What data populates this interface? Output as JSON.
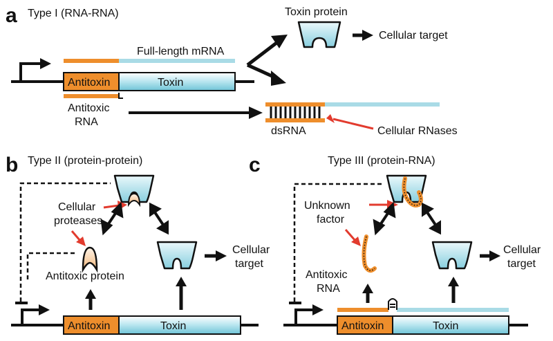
{
  "panels": {
    "a": {
      "letter": "a",
      "title": "Type I (RNA-RNA)"
    },
    "b": {
      "letter": "b",
      "title": "Type II (protein-protein)"
    },
    "c": {
      "letter": "c",
      "title": "Type III (protein-RNA)"
    }
  },
  "labels": {
    "toxin_protein": "Toxin protein",
    "cellular_target_a": "Cellular target",
    "full_length_mrna": "Full-length mRNA",
    "antitoxin_a": "Antitoxin",
    "toxin_a": "Toxin",
    "antitoxic_rna_a_line1": "Antitoxic",
    "antitoxic_rna_a_line2": "RNA",
    "dsrna": "dsRNA",
    "cellular_rnases": "Cellular RNases",
    "cellular_proteases_line1": "Cellular",
    "cellular_proteases_line2": "proteases",
    "antitoxic_protein": "Antitoxic protein",
    "cellular_target_b_line1": "Cellular",
    "cellular_target_b_line2": "target",
    "antitoxin_b": "Antitoxin",
    "toxin_b": "Toxin",
    "unknown_factor_line1": "Unknown",
    "unknown_factor_line2": "factor",
    "antitoxic_rna_c_line1": "Antitoxic",
    "antitoxic_rna_c_line2": "RNA",
    "cellular_target_c_line1": "Cellular",
    "cellular_target_c_line2": "target",
    "antitoxin_c": "Antitoxin",
    "toxin_c": "Toxin"
  },
  "colors": {
    "antitoxin": "#ee8e2c",
    "toxin_light": "#e6f5f9",
    "toxin_dark": "#7ecbdc",
    "rna_blue": "#a9dbe6",
    "rna_orange": "#ee8e2c",
    "arrow_red": "#e23b2e",
    "line": "#111111",
    "protein_fill": "#bfe6ef",
    "antitoxin_protein_fill": "#f7d9b9"
  },
  "icons": [
    "promoter-arrow-icon",
    "toxin-protein-icon",
    "antitoxic-protein-icon",
    "antitoxic-rna-hairpin-icon"
  ]
}
